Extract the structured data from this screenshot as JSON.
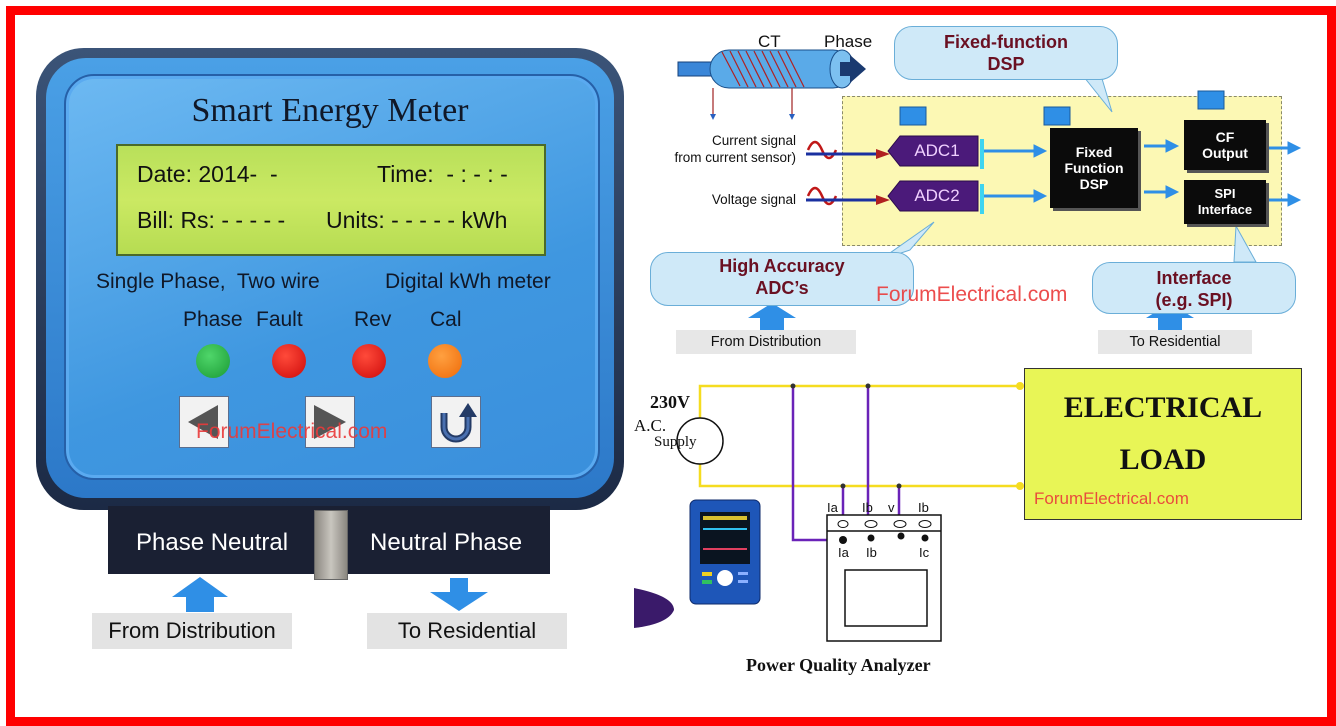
{
  "meter": {
    "title": "Smart Energy Meter",
    "lcd": {
      "date": "Date: 2014-  -",
      "time": "Time:  - : - : -",
      "bill": "Bill: Rs: - - - - -",
      "units": "Units: - - - - - kWh"
    },
    "description_left": "Single Phase,  Two wire",
    "description_right": "Digital kWh meter",
    "indicators": [
      {
        "label": "Phase",
        "color": "#1faa3a"
      },
      {
        "label": "Fault",
        "color": "#e01010"
      },
      {
        "label": "Rev",
        "color": "#e01010"
      },
      {
        "label": "Cal",
        "color": "#f07a10"
      }
    ],
    "buttons": [
      {
        "icon": "left-arrow-icon"
      },
      {
        "icon": "right-arrow-icon"
      },
      {
        "icon": "u-turn-arrow-icon"
      }
    ],
    "watermark": "ForumElectrical.com",
    "terminals": {
      "left": "Phase Neutral",
      "right": "Neutral Phase"
    },
    "from_label": "From Distribution",
    "to_label": "To Residential"
  },
  "dsp_diagram": {
    "ct_label": "CT",
    "phase_label": "Phase",
    "current_signal": [
      "Current signal",
      "from current sensor)"
    ],
    "voltage_signal": "Voltage signal",
    "adc1": "ADC1",
    "adc2": "ADC2",
    "dsp_block": [
      "Fixed",
      "Function",
      "DSP"
    ],
    "cf_block": [
      "CF",
      "Output"
    ],
    "spi_block": [
      "SPI",
      "Interface"
    ],
    "bubble_dsp": [
      "Fixed-function",
      "DSP"
    ],
    "bubble_adc": [
      "High Accuracy",
      "ADC’s"
    ],
    "bubble_interface": [
      "Interface",
      "(e.g. SPI)"
    ],
    "watermark": "ForumElectrical.com",
    "from_label": "From Distribution",
    "to_label": "To Residential"
  },
  "circuit": {
    "voltage": "230V",
    "supply": [
      "A.C.",
      "Supply"
    ],
    "load": [
      "ELECTRICAL",
      "LOAD"
    ],
    "watermark": "ForumElectrical.com",
    "top_terminals": [
      "Ia",
      "Ib",
      "V",
      "Ib"
    ],
    "bottom_terminals": [
      "Ia",
      "Ib",
      "Ic"
    ],
    "caption": "Power Quality Analyzer",
    "wire_color": "#f5dc20",
    "probe_color": "#6a22b8"
  },
  "colors": {
    "frame": "#ff0000",
    "accent_blue": "#2f8fe6"
  }
}
